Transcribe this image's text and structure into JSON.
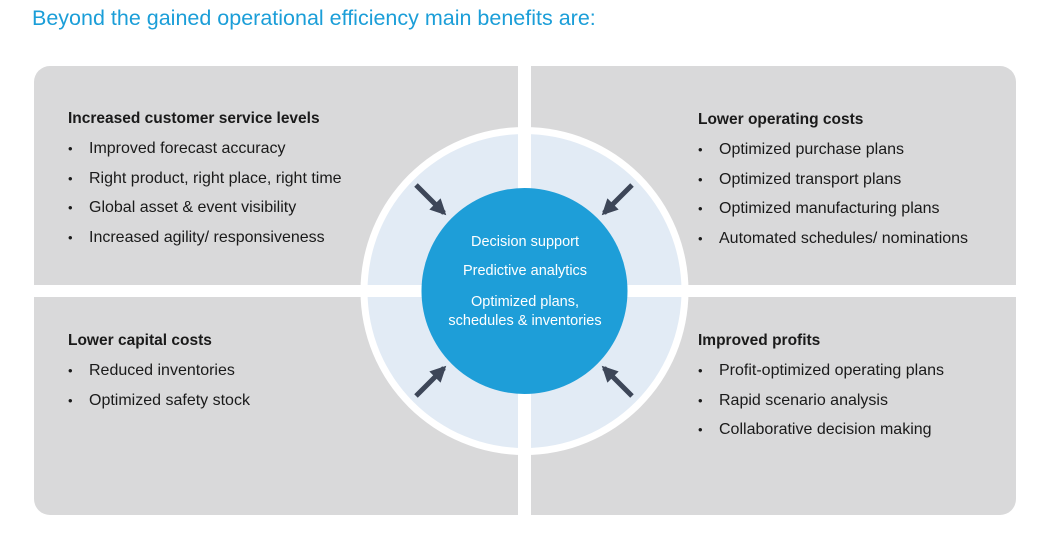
{
  "title": "Beyond the gained operational efficiency main benefits are:",
  "quadrants": [
    {
      "heading": "Increased customer service levels",
      "items": [
        "Improved forecast accuracy",
        "Right product, right place, right time",
        "Global asset & event visibility",
        "Increased agility/ responsiveness"
      ]
    },
    {
      "heading": "Lower operating costs",
      "items": [
        "Optimized purchase plans",
        "Optimized transport plans",
        "Optimized manufacturing plans",
        "Automated schedules/ nominations"
      ]
    },
    {
      "heading": "Lower capital costs",
      "items": [
        "Reduced inventories",
        "Optimized safety stock"
      ]
    },
    {
      "heading": "Improved profits",
      "items": [
        "Profit-optimized operating plans",
        "Rapid scenario analysis",
        "Collaborative decision making"
      ]
    }
  ],
  "center": {
    "line1": "Decision support",
    "line2": "Predictive analytics",
    "line3a": "Optimized plans,",
    "line3b": "schedules & inventories"
  },
  "colors": {
    "title": "#1b9ed8",
    "quadrant_bg": "#d9d9da",
    "ring": "#e2ebf5",
    "center_fill": "#1e9ed8",
    "arrow": "#3d4658"
  }
}
